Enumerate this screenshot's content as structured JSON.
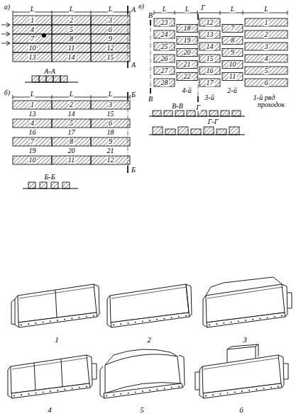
{
  "diagram": {
    "labels": [
      "а)",
      "L",
      "L",
      "L",
      "А",
      "А",
      "А-А",
      "1",
      "2",
      "3",
      "4",
      "5",
      "6",
      "7",
      "8",
      "9",
      "10",
      "11",
      "12",
      "13",
      "14",
      "15",
      "б)",
      "L",
      "L",
      "L",
      "Б",
      "Б",
      "Б-Б",
      "1",
      "2",
      "3",
      "13",
      "14",
      "15",
      "4",
      "5",
      "6",
      "16",
      "17",
      "18",
      "7",
      "8",
      "9",
      "19",
      "20",
      "21",
      "10",
      "11",
      "12",
      "в)",
      "L",
      "L",
      "L",
      "L",
      "В",
      "В",
      "Г",
      "Г",
      "В-В",
      "Г-Г",
      "1",
      "2",
      "3",
      "4",
      "5",
      "6",
      "7",
      "8",
      "9",
      "10",
      "11",
      "12",
      "13",
      "14",
      "15",
      "16",
      "17",
      "18",
      "19",
      "20",
      "21",
      "22",
      "23",
      "24",
      "25",
      "26",
      "27",
      "28",
      "4-й",
      "2-й",
      "3-й",
      "1-й ряд",
      "проходок",
      "1",
      "2",
      "3",
      "4",
      "5",
      "6"
    ]
  }
}
